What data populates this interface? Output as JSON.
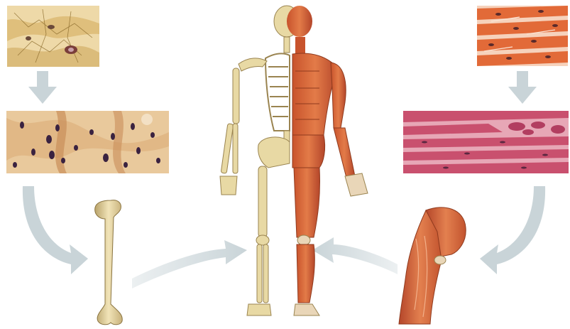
{
  "figure": {
    "panels": [
      {
        "id": "bone-cells",
        "depicts": "bone-cells-micrograph"
      },
      {
        "id": "bone-tissue",
        "depicts": "bone-tissue-micrograph"
      },
      {
        "id": "femur",
        "depicts": "femur-bone-organ"
      },
      {
        "id": "muscle-cells",
        "depicts": "muscle-cells-micrograph"
      },
      {
        "id": "muscle-tissue",
        "depicts": "muscle-tissue-micrograph"
      },
      {
        "id": "arm-muscle",
        "depicts": "arm-muscle-organ"
      },
      {
        "id": "human-body",
        "depicts": "skeleton-and-muscular-system"
      }
    ],
    "colors": {
      "arrow": "#c9d4d8",
      "bone": "#e8d9a4",
      "bone_shadow": "#b9a36a",
      "muscle": "#d9683c",
      "muscle_dark": "#a63e22",
      "bone_tissue_bg": "#e9c99c",
      "muscle_tissue_bg": "#c9506e",
      "cell_nucleus": "#5a2740"
    }
  }
}
